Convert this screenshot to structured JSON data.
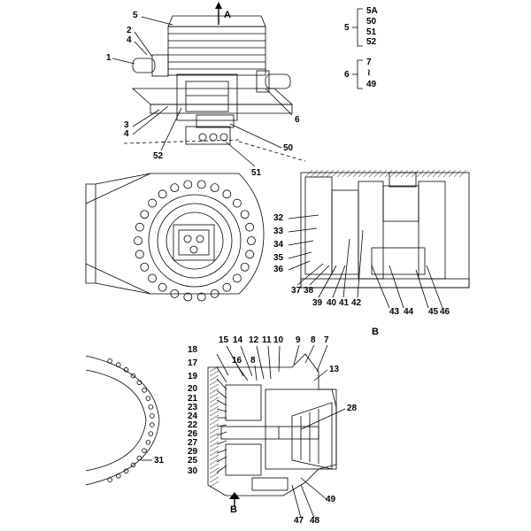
{
  "view_a": {
    "marker": "A",
    "labels": {
      "l5": "5",
      "l2": "2",
      "l4a": "4",
      "l1": "1",
      "l3": "3",
      "l4b": "4",
      "l6": "6",
      "l50": "50",
      "l52": "52",
      "l51": "51"
    }
  },
  "legend": {
    "group5": {
      "number": "5",
      "items": [
        "5A",
        "50",
        "51",
        "52"
      ]
    },
    "group6": {
      "number": "6",
      "items": [
        "7",
        "≀",
        "49"
      ]
    }
  },
  "view_b": {
    "marker": "B",
    "labels": {
      "l32": "32",
      "l33": "33",
      "l34": "34",
      "l35": "35",
      "l36": "36",
      "l37": "37",
      "l38": "38",
      "l39": "39",
      "l40": "40",
      "l41": "41",
      "l42": "42",
      "l43": "43",
      "l44": "44",
      "l45": "45",
      "l46": "46"
    }
  },
  "section": {
    "arrow_label": "B",
    "labels": {
      "l15": "15",
      "l14": "14",
      "l12": "12",
      "l11": "11",
      "l10": "10",
      "l9": "9",
      "l8a": "8",
      "l7": "7",
      "l16": "16",
      "l8b": "8",
      "l17": "17",
      "l18": "18",
      "l13": "13",
      "l19": "19",
      "l20": "20",
      "l21": "21",
      "l23": "23",
      "l24": "24",
      "l22": "22",
      "l26": "26",
      "l27": "27",
      "l29": "29",
      "l25": "25",
      "l30": "30",
      "l28": "28",
      "l31": "31",
      "l49": "49",
      "l47": "47",
      "l48": "48"
    }
  }
}
